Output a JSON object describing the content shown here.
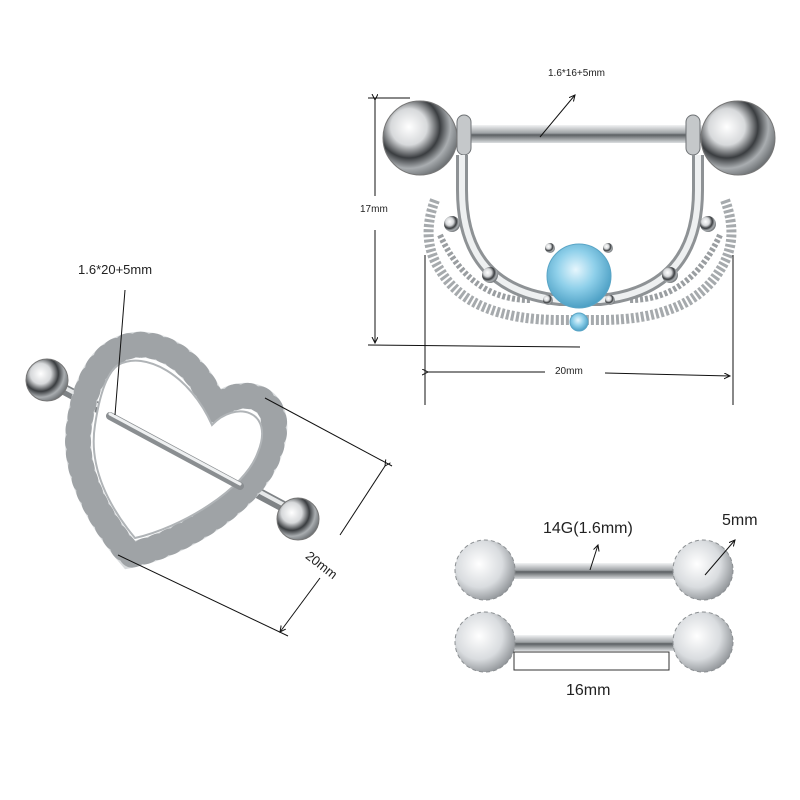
{
  "products": [
    {
      "id": "shield-drop",
      "labels": {
        "bar": "1.6*16+5mm",
        "height": "17mm",
        "width": "20mm"
      },
      "colors": {
        "gem": "#8fd0ea",
        "metal": "#bfc3c6"
      }
    },
    {
      "id": "heart-shield",
      "labels": {
        "bar": "1.6*20+5mm",
        "width": "20mm"
      },
      "colors": {
        "stones": "#e8ecef",
        "metal": "#bfc3c6"
      }
    },
    {
      "id": "crystal-ball-barbells",
      "labels": {
        "gauge": "14G(1.6mm)",
        "ball": "5mm",
        "length": "16mm"
      },
      "colors": {
        "metal": "#c8cbcd"
      }
    }
  ]
}
